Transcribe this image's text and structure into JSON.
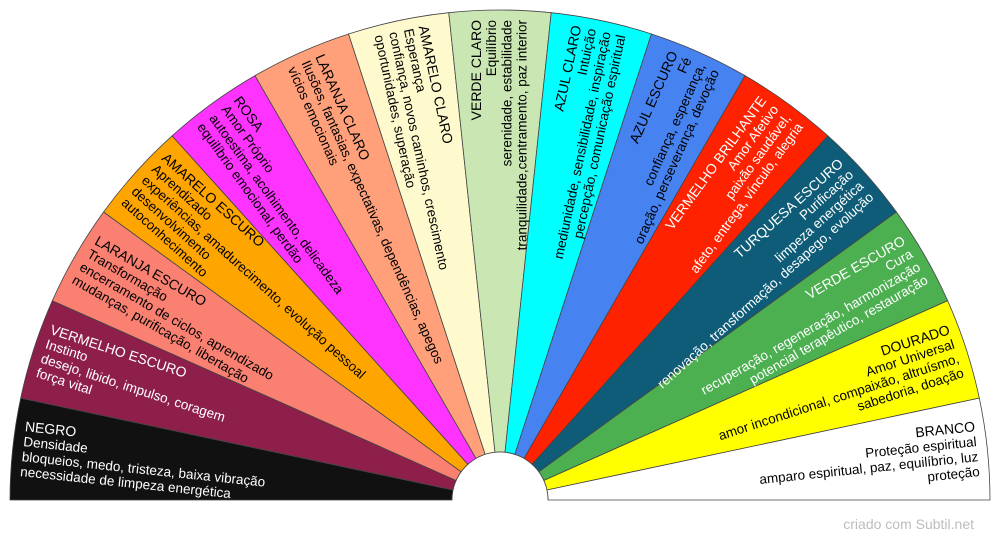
{
  "segments": [
    {
      "title": "NEGRO",
      "subtitle": "Densidade",
      "lines": [
        "bloqueios, medo, tristeza, baixa vibração",
        "necessidade de limpeza energética"
      ],
      "color": "#111111",
      "text_color": "#ffffff"
    },
    {
      "title": "VERMELHO ESCURO",
      "subtitle": "Instinto",
      "lines": [
        "desejo, libido, impulso, coragem",
        "força vital"
      ],
      "color": "#8e1f4a",
      "text_color": "#ffffff"
    },
    {
      "title": "LARANJA ESCURO",
      "subtitle": "Transformação",
      "lines": [
        "encerramento de ciclos, aprendizado",
        "mudanças, purificação, libertação"
      ],
      "color": "#fa8072",
      "text_color": "#000000"
    },
    {
      "title": "AMARELO ESCURO",
      "subtitle": "Aprendizado",
      "lines": [
        "experiências, amadurecimento, evolução pessoal",
        "desenvolvimento",
        "autoconhecimento"
      ],
      "color": "#ffa500",
      "text_color": "#000000"
    },
    {
      "title": "ROSA",
      "subtitle": "Amor Próprio",
      "lines": [
        "autoestima, acolhimento, delicadeza",
        "equilíbrio emocional, perdão"
      ],
      "color": "#ff33ff",
      "text_color": "#000000"
    },
    {
      "title": "LARANJA CLARO",
      "subtitle": "Ilusões, fantasias, expectativas, dependências, apegos",
      "lines": [
        "vícios emocionais"
      ],
      "color": "#ffa07a",
      "text_color": "#000000"
    },
    {
      "title": "AMARELO CLARO",
      "subtitle": "Esperança",
      "lines": [
        "confiança, novos caminhos, crescimento",
        "oportunidades, superação"
      ],
      "color": "#fffacd",
      "text_color": "#000000"
    },
    {
      "title": "VERDE CLARO",
      "subtitle": "Equilíbrio",
      "lines": [
        "serenidade, estabilidade",
        "tranquilidade,centramento, paz interior"
      ],
      "color": "#c9e6b3",
      "text_color": "#000000"
    },
    {
      "title": "AZUL CLARO",
      "subtitle": "Intuição",
      "lines": [
        "mediunidade, sensibilidade, inspiração",
        "percepção, comunicação espiritual"
      ],
      "color": "#00ffff",
      "text_color": "#000000"
    },
    {
      "title": "AZUL ESCURO",
      "subtitle": "Fé",
      "lines": [
        "confiança, esperança,",
        "oração, perseverança, devoção"
      ],
      "color": "#4682f0",
      "text_color": "#000000"
    },
    {
      "title": "VERMELHO BRILHANTE",
      "subtitle": "Amor Afetivo",
      "lines": [
        "paixão saudável,",
        "afeto, entrega, vínculo, alegria"
      ],
      "color": "#ff2200",
      "text_color": "#ffffff"
    },
    {
      "title": "TURQUESA ESCURO",
      "subtitle": "Purificação",
      "lines": [
        "limpeza energética",
        "renovação, transformação, desapego, evolução"
      ],
      "color": "#0e5c78",
      "text_color": "#ffffff"
    },
    {
      "title": "VERDE ESCURO",
      "subtitle": "Cura",
      "lines": [
        "recuperação, regeneração, harmonização",
        "potencial terapêutico, restauração"
      ],
      "color": "#4caf50",
      "text_color": "#ffffff"
    },
    {
      "title": "DOURADO",
      "subtitle": "Amor Universal",
      "lines": [
        "amor incondicional, compaixão, altruísmo,",
        "sabedoria, doação"
      ],
      "color": "#ffff00",
      "text_color": "#000000"
    },
    {
      "title": "BRANCO",
      "subtitle": "Proteção espiritual",
      "lines": [
        "amparo espiritual, paz, equilíbrio, luz",
        "proteção"
      ],
      "color": "#ffffff",
      "text_color": "#000000"
    }
  ],
  "credit": "criado com Subtil.net"
}
